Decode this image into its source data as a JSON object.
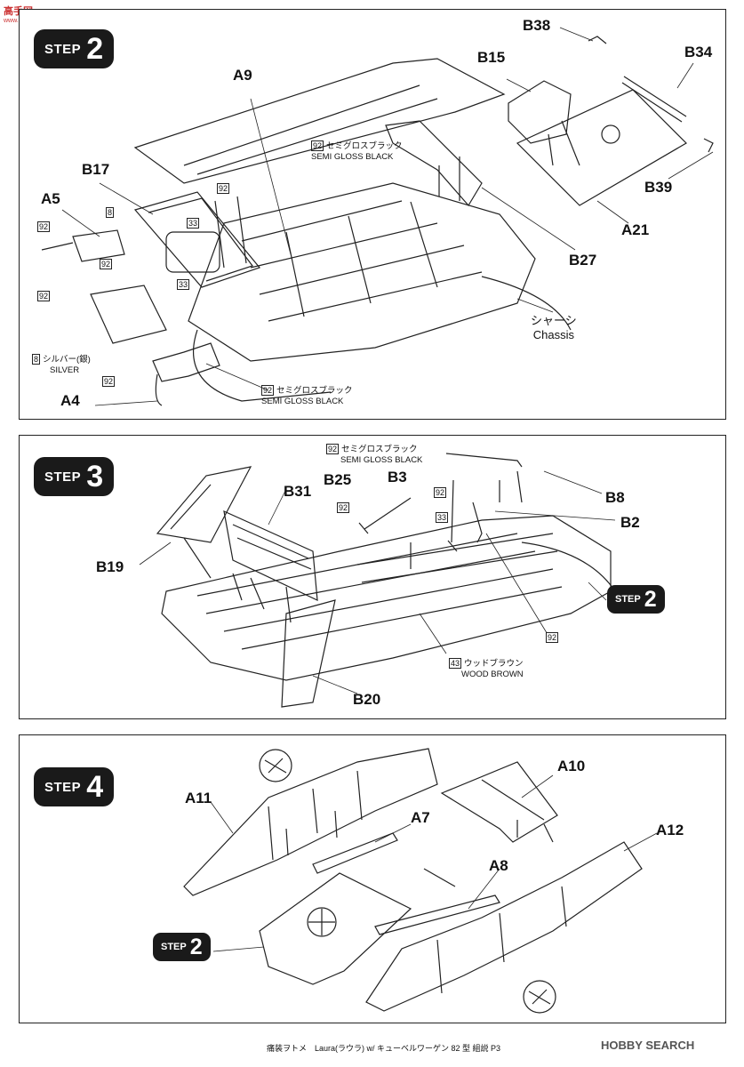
{
  "watermark": {
    "title": "高手网",
    "sub": "www.gaoshou.com"
  },
  "step2": {
    "step_word": "STEP",
    "step_num": "2",
    "labels": {
      "b38": "B38",
      "b34": "B34",
      "b15": "B15",
      "a9": "A9",
      "b17": "B17",
      "a5": "A5",
      "b39": "B39",
      "a21": "A21",
      "b27": "B27",
      "a4": "A4"
    },
    "codes": {
      "c92": "92",
      "c8": "8",
      "c33": "33"
    },
    "paint_gloss_jp": "セミグロスブラック",
    "paint_gloss_en": "SEMI GLOSS BLACK",
    "chassis_jp": "シャーシ",
    "chassis_en": "Chassis",
    "silver_jp": "シルバー(銀)",
    "silver_en": "SILVER"
  },
  "step3": {
    "step_word": "STEP",
    "step_num": "3",
    "labels": {
      "b25": "B25",
      "b3": "B3",
      "b8": "B8",
      "b2": "B2",
      "b31": "B31",
      "b19": "B19",
      "b20": "B20"
    },
    "codes": {
      "c92": "92",
      "c33": "33",
      "c43": "43"
    },
    "paint_gloss_jp": "セミグロスブラック",
    "paint_gloss_en": "SEMI GLOSS BLACK",
    "wood_jp": "ウッドブラウン",
    "wood_en": "WOOD BROWN",
    "ref_word": "STEP",
    "ref_num": "2"
  },
  "step4": {
    "step_word": "STEP",
    "step_num": "4",
    "labels": {
      "a10": "A10",
      "a11": "A11",
      "a7": "A7",
      "a12": "A12",
      "a8": "A8"
    },
    "ref_word": "STEP",
    "ref_num": "2",
    "icon": "nipper-cut-icon"
  },
  "footer": {
    "text": "痛装ヲトメ　Laura(ラウラ) w/ キューベルワーゲン 82 型 組説 P3",
    "brand": "HOBBY SEARCH"
  }
}
